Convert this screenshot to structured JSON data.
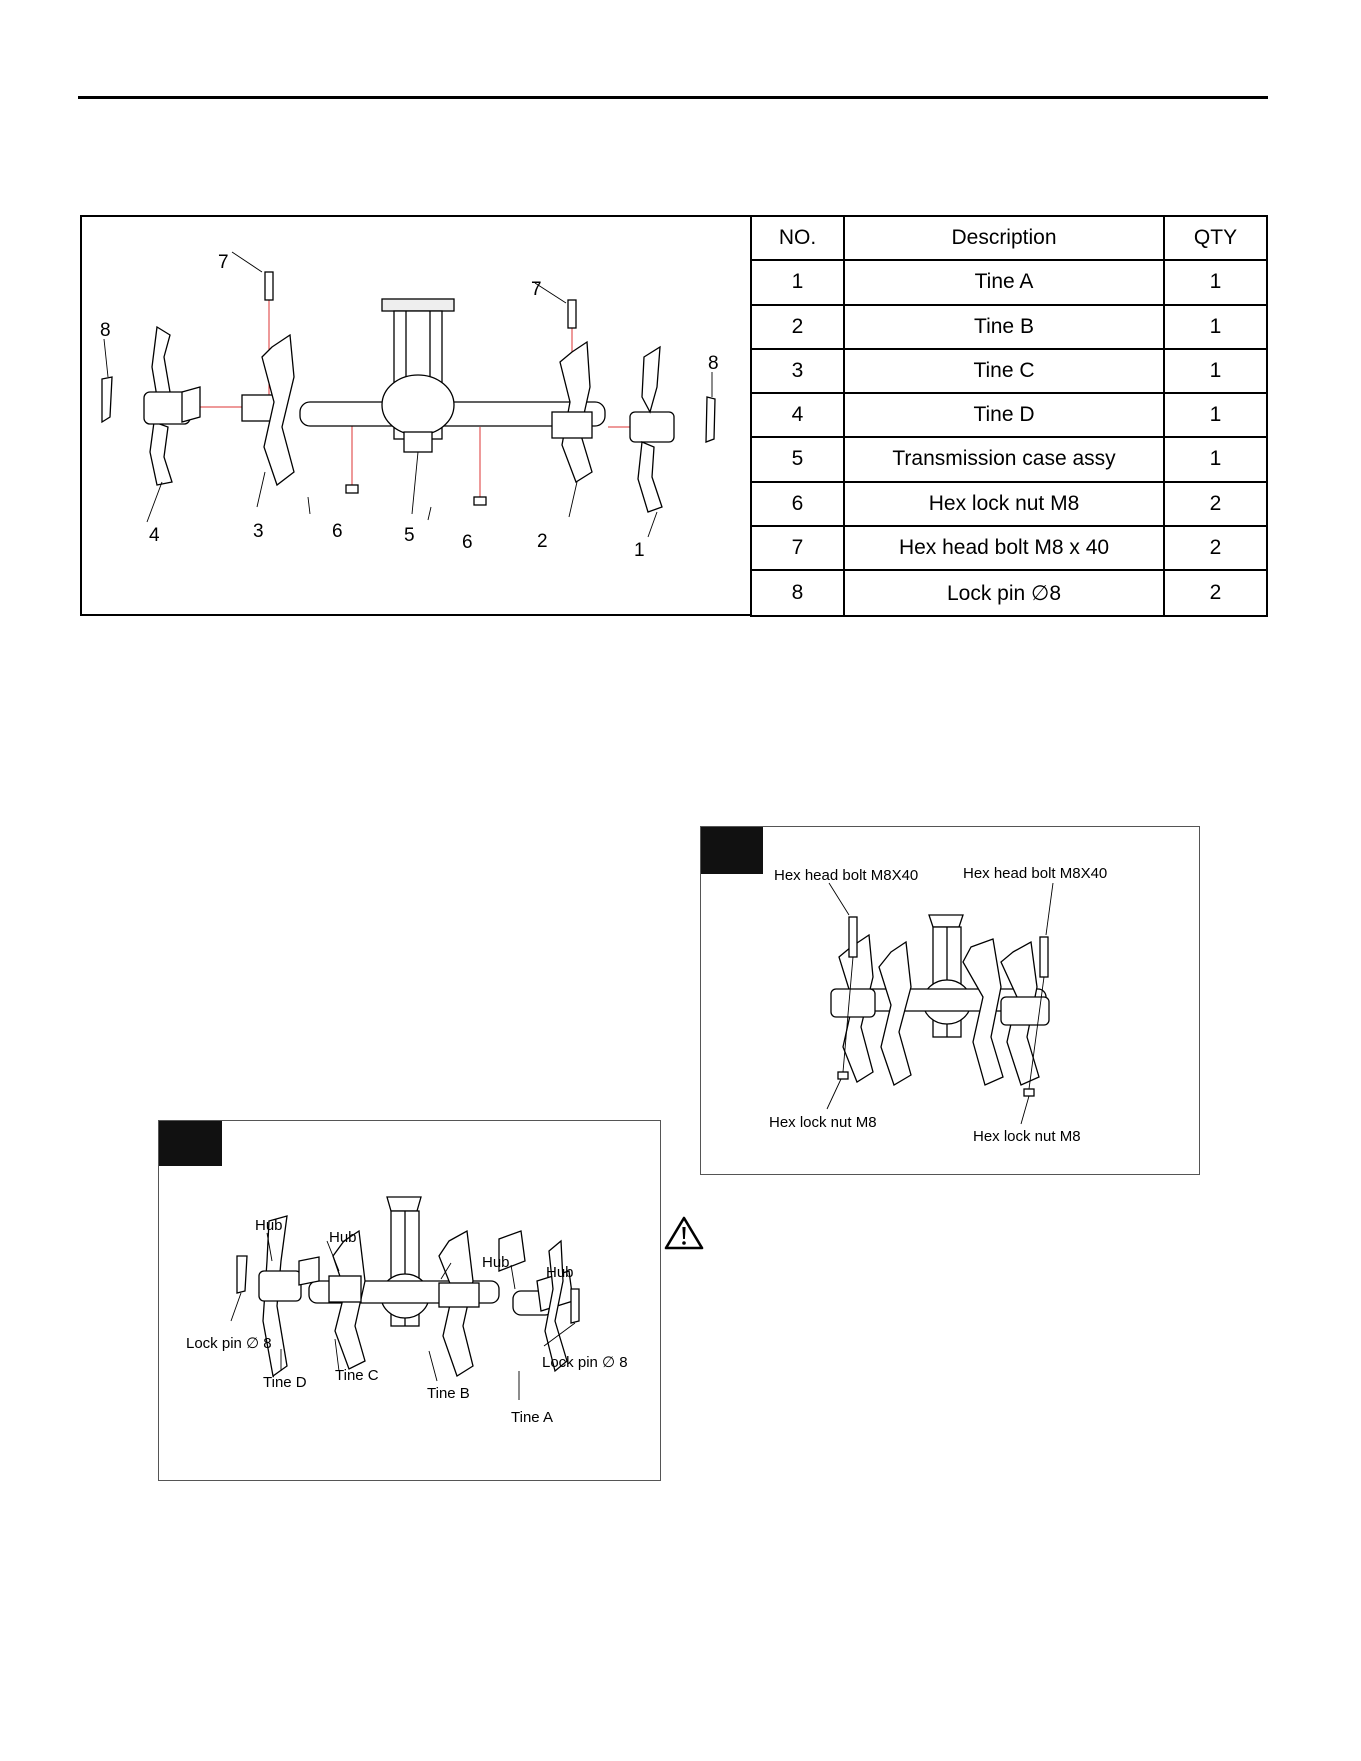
{
  "parts_table": {
    "headers": [
      "NO.",
      "Description",
      "QTY"
    ],
    "rows": [
      {
        "no": "1",
        "description": "Tine  A",
        "qty": "1"
      },
      {
        "no": "2",
        "description": "Tine  B",
        "qty": "1"
      },
      {
        "no": "3",
        "description": "Tine  C",
        "qty": "1"
      },
      {
        "no": "4",
        "description": "Tine  D",
        "qty": "1"
      },
      {
        "no": "5",
        "description": "Transmission case assy",
        "qty": "1"
      },
      {
        "no": "6",
        "description": "Hex  lock  nut  M8",
        "qty": "2"
      },
      {
        "no": "7",
        "description": "Hex  head  bolt  M8 x 40",
        "qty": "2"
      },
      {
        "no": "8",
        "description": "Lock  pin  ∅8",
        "qty": "2"
      }
    ]
  },
  "exploded_callouts": {
    "n1": "1",
    "n2": "2",
    "n3": "3",
    "n4": "4",
    "n5": "5",
    "n6a": "6",
    "n6b": "6",
    "n7a": "7",
    "n7b": "7",
    "n8a": "8",
    "n8b": "8"
  },
  "fig_left": {
    "hub1": "Hub",
    "hub2": "Hub",
    "hub3": "Hub",
    "hub4": "Hub",
    "lock_pin_left": "Lock pin ∅ 8",
    "lock_pin_right": "Lock pin ∅ 8",
    "tine_a": "Tine A",
    "tine_b": "Tine B",
    "tine_c": "Tine C",
    "tine_d": "Tine D"
  },
  "fig_right": {
    "bolt_left": "Hex head bolt M8X40",
    "bolt_right": "Hex head bolt M8X40",
    "nut_left": "Hex lock nut M8",
    "nut_right": "Hex lock nut M8"
  },
  "icons": [
    "warning-triangle-icon"
  ]
}
